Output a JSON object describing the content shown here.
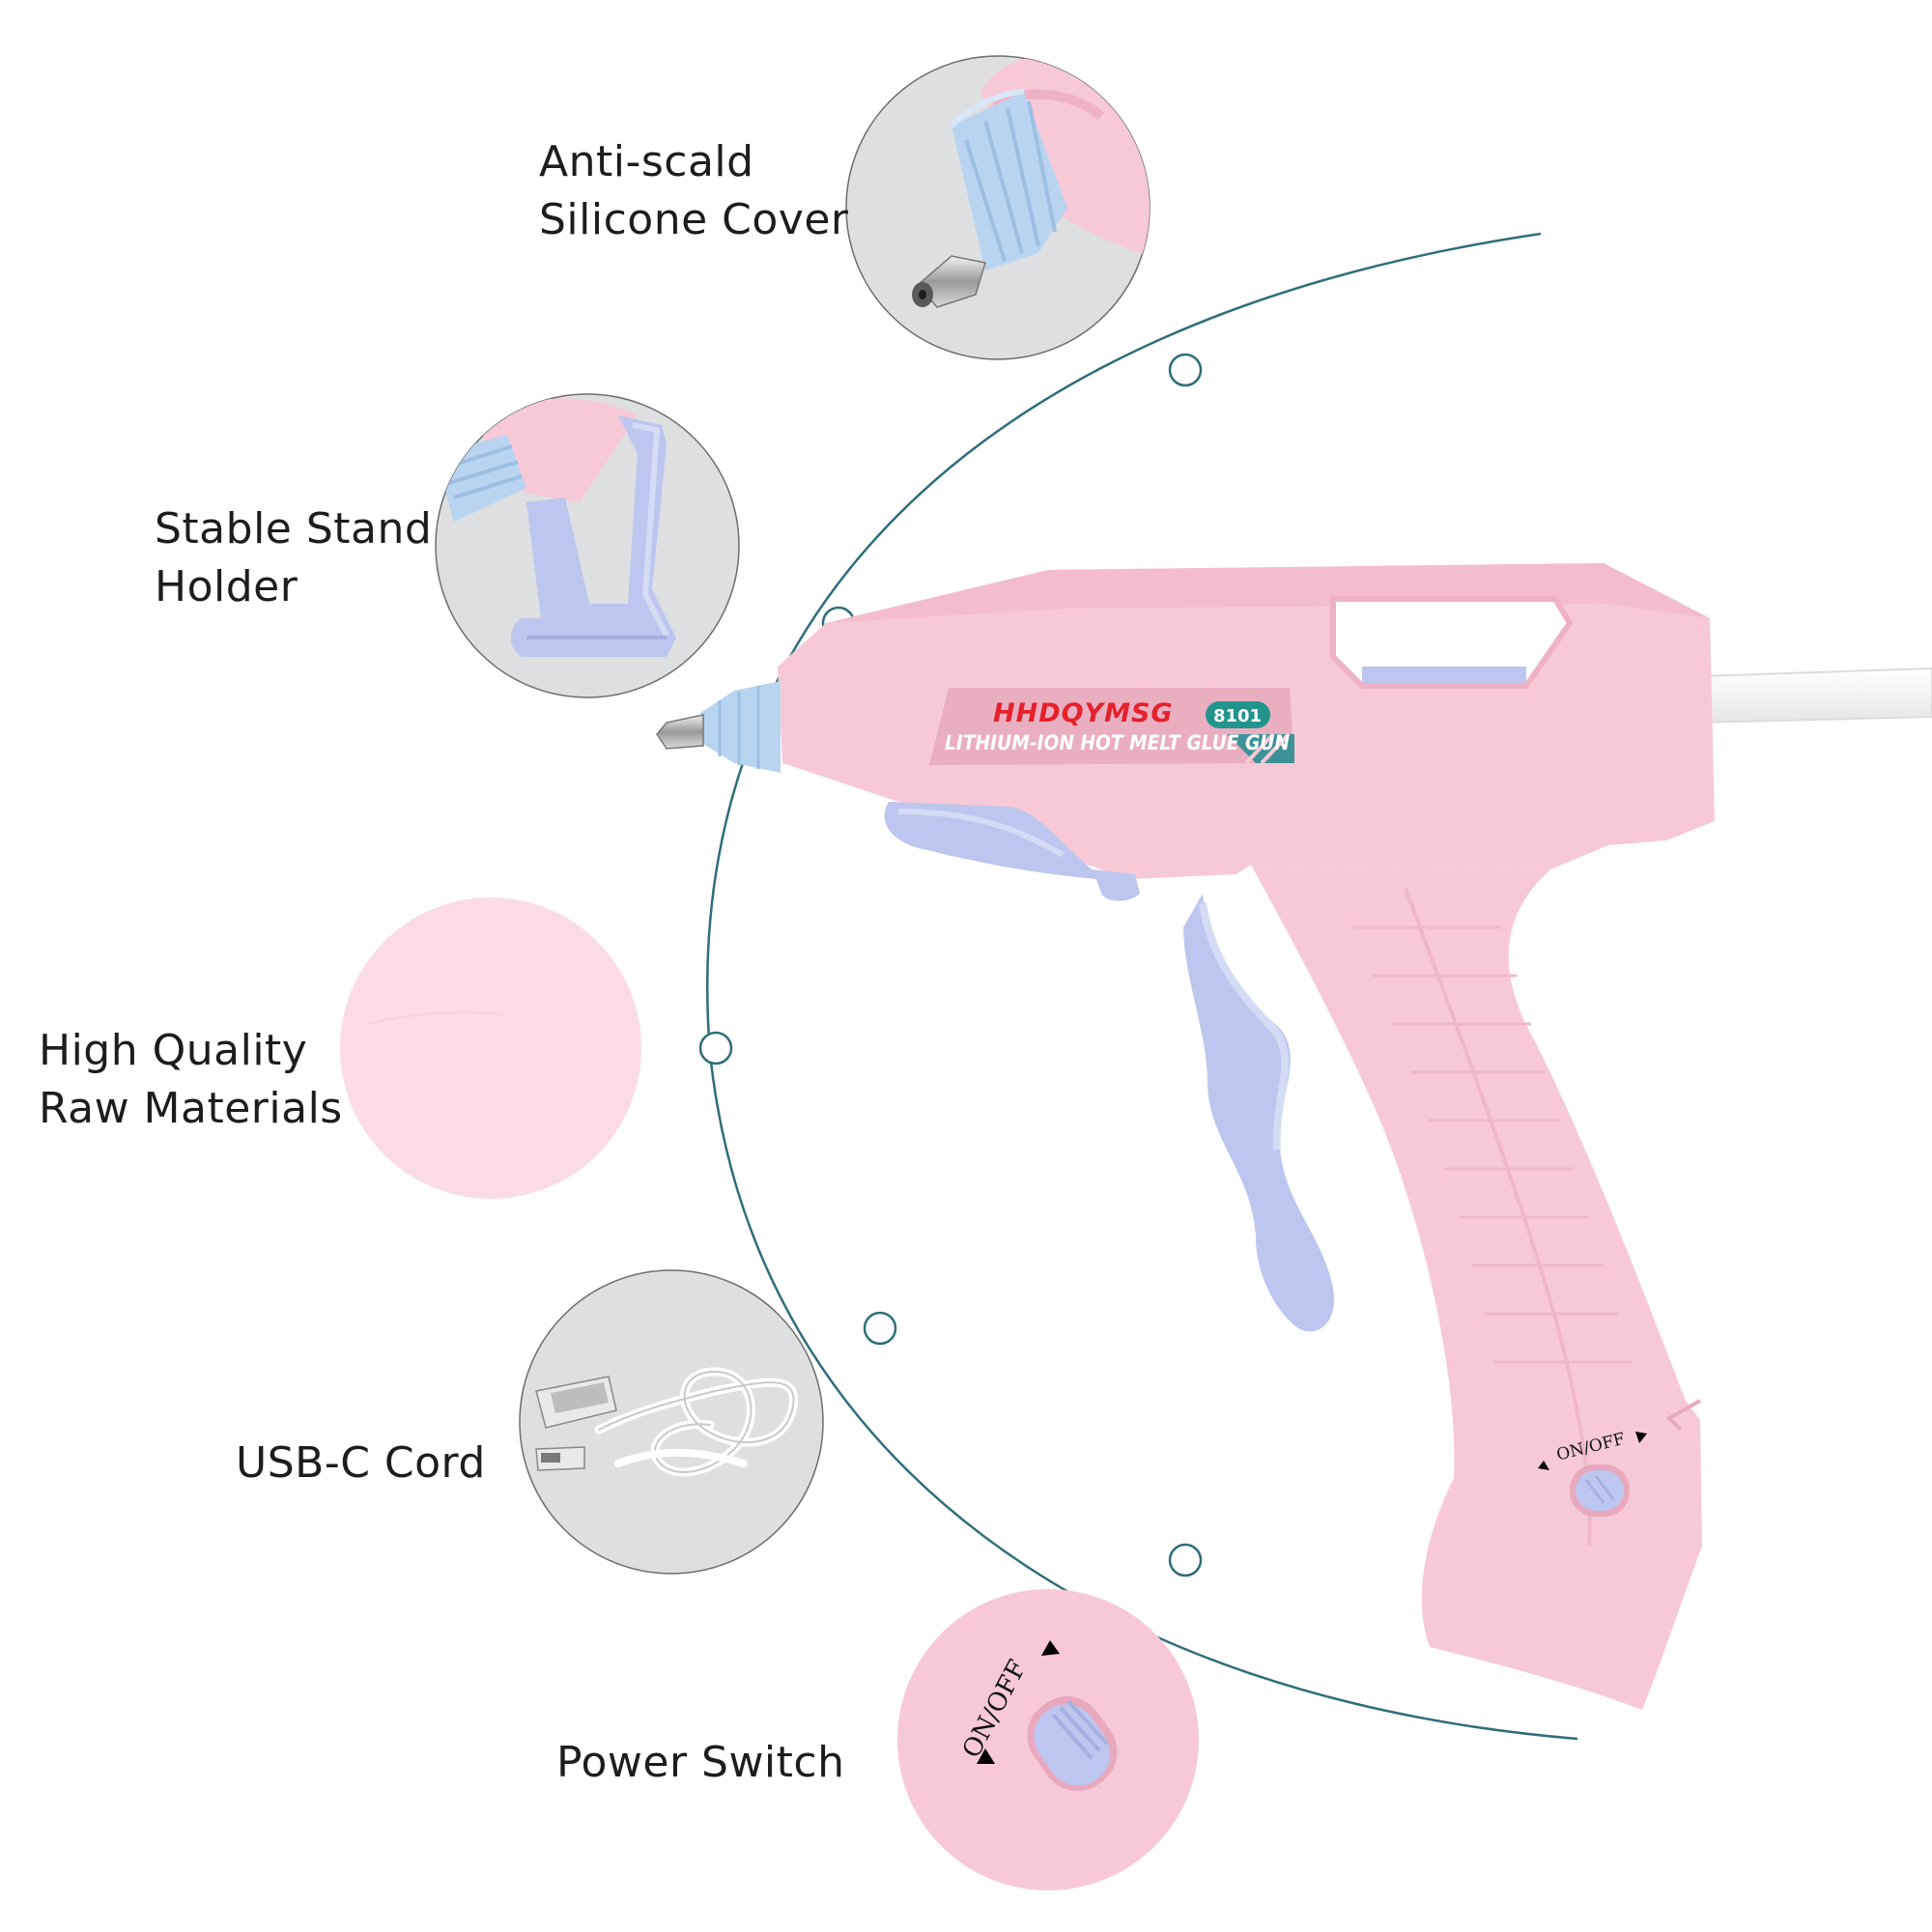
{
  "features": [
    {
      "lines": [
        "Anti-scald",
        "Silicone Cover"
      ],
      "icon": "nozzle-silicone-cover-icon"
    },
    {
      "lines": [
        "Stable Stand",
        "Holder"
      ],
      "icon": "stand-holder-icon"
    },
    {
      "lines": [
        "High Quality",
        "Raw Materials"
      ],
      "icon": "pink-material-swatch"
    },
    {
      "lines": [
        "USB-C Cord"
      ],
      "icon": "usb-cable-icon"
    },
    {
      "lines": [
        "Power Switch"
      ],
      "icon": "power-switch-icon"
    }
  ],
  "product": {
    "brand": "HHDQYMSG",
    "model": "8101",
    "description": "LITHIUM-ION HOT MELT GLUE GUN",
    "switch_label": "ON/OFF"
  },
  "colors": {
    "body_pink": "#f7c9d6",
    "body_pink_shade": "#eeb2c4",
    "accent_blue": "#b8d4f0",
    "accent_lavender": "#bcc6ee",
    "arc_teal": "#2f6e7a",
    "brand_red": "#e5212b",
    "badge_teal": "#22948c",
    "circle_grey": "#dedfe1",
    "material_pink": "#fadbe6"
  }
}
